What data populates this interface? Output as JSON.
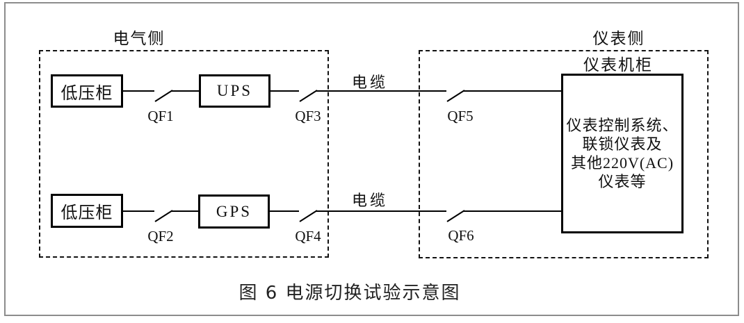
{
  "figure": {
    "caption": "图 6 电源切换试验示意图"
  },
  "zones": {
    "electrical_side_label": "电气侧",
    "instrument_side_label": "仪表侧"
  },
  "boxes": {
    "lv_cabinet_top": "低压柜",
    "ups": "UPS",
    "lv_cabinet_bottom": "低压柜",
    "gps": "GPS",
    "instrument_cabinet_label": "仪表机柜"
  },
  "cabinet_text_lines": [
    "仪表控制系统、",
    "联锁仪表及",
    "其他220V(AC)",
    "仪表等"
  ],
  "breakers": {
    "qf1": "QF1",
    "qf2": "QF2",
    "qf3": "QF3",
    "qf4": "QF4",
    "qf5": "QF5",
    "qf6": "QF6"
  },
  "cables": {
    "top": "电缆",
    "bottom": "电缆"
  },
  "colors": {
    "line": "#000000",
    "frame_border": "#8c8c8c",
    "dashed_border": "#111111",
    "background": "#ffffff"
  }
}
